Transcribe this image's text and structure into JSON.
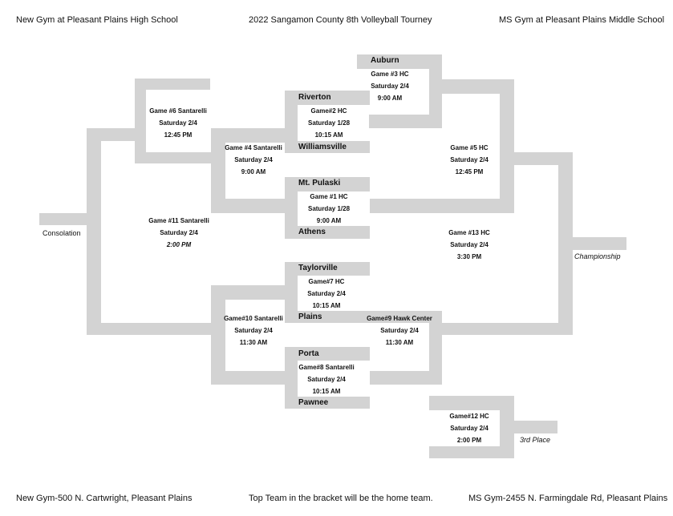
{
  "header": {
    "left": "New Gym at Pleasant Plains High School",
    "center": "2022 Sangamon County 8th Volleyball Tourney",
    "right": "MS Gym at Pleasant Plains Middle School"
  },
  "footer": {
    "left": "New Gym-500 N. Cartwright, Pleasant Plains",
    "center": "Top Team in the bracket will be the home team.",
    "right": "MS Gym-2455 N. Farmingdale Rd, Pleasant Plains"
  },
  "teams": {
    "auburn": "Auburn",
    "riverton": "Riverton",
    "williamsville": "Williamsville",
    "mt_pulaski": "Mt. Pulaski",
    "athens": "Athens",
    "taylorville": "Taylorville",
    "plains": "Plains",
    "porta": "Porta",
    "pawnee": "Pawnee"
  },
  "games": {
    "g1": {
      "name": "Game #1 HC",
      "day": "Saturday 1/28",
      "time": "9:00 AM"
    },
    "g2": {
      "name": "Game#2 HC",
      "day": "Saturday 1/28",
      "time": "10:15 AM"
    },
    "g3": {
      "name": "Game #3 HC",
      "day": "Saturday 2/4",
      "time": "9:00 AM"
    },
    "g4": {
      "name": "Game #4 Santarelli",
      "day": "Saturday 2/4",
      "time": "9:00 AM"
    },
    "g5": {
      "name": "Game #5 HC",
      "day": "Saturday 2/4",
      "time": "12:45 PM"
    },
    "g6": {
      "name": "Game #6 Santarelli",
      "day": "Saturday 2/4",
      "time": "12:45 PM"
    },
    "g7": {
      "name": "Game#7 HC",
      "day": "Saturday 2/4",
      "time": "10:15 AM"
    },
    "g8": {
      "name": "Game#8 Santarelli",
      "day": "Saturday 2/4",
      "time": "10:15 AM"
    },
    "g9": {
      "name": "Game#9 Hawk Center",
      "day": "Saturday 2/4",
      "time": "11:30 AM"
    },
    "g10": {
      "name": "Game#10 Santarelli",
      "day": "Saturday 2/4",
      "time": "11:30 AM"
    },
    "g11": {
      "name": "Game #11 Santarelli",
      "day": "Saturday 2/4",
      "time": "2:00 PM"
    },
    "g12": {
      "name": "Game#12 HC",
      "day": "Saturday 2/4",
      "time": "2:00 PM"
    },
    "g13": {
      "name": "Game #13 HC",
      "day": "Saturday 2/4",
      "time": "3:30 PM"
    }
  },
  "labels": {
    "consolation": "Consolation",
    "championship": "Championship",
    "third_place": "3rd Place"
  },
  "colors": {
    "bracket_line": "#d3d3d3"
  }
}
